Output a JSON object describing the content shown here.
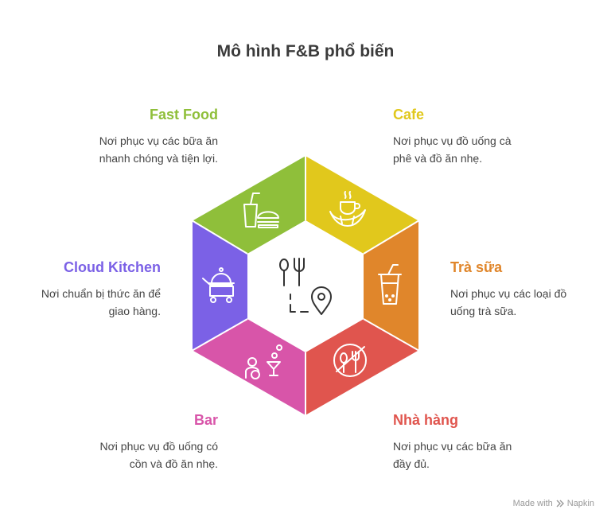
{
  "title": "Mô hình F&B phổ biến",
  "colors": {
    "fast_food": "#8fbf3a",
    "cafe": "#e1c81c",
    "tra_sua": "#e0862b",
    "nha_hang": "#e0554e",
    "bar": "#d855a9",
    "cloud_kitchen": "#7b61e6"
  },
  "models": {
    "fast_food": {
      "title": "Fast Food",
      "desc": "Nơi phục vụ các bữa ăn nhanh chóng và tiện lợi.",
      "icon": "fast-food-icon"
    },
    "cafe": {
      "title": "Cafe",
      "desc": "Nơi phục vụ đồ uống cà phê và đồ ăn nhẹ.",
      "icon": "coffee-croissant-icon"
    },
    "tra_sua": {
      "title": "Trà sữa",
      "desc": "Nơi phục vụ các loại đồ uống trà sữa.",
      "icon": "bubble-tea-icon"
    },
    "nha_hang": {
      "title": "Nhà hàng",
      "desc": "Nơi phục vụ các bữa ăn đầy đủ.",
      "icon": "restaurant-plate-icon"
    },
    "bar": {
      "title": "Bar",
      "desc": "Nơi phục vụ đồ uống có cồn và đồ ăn nhẹ.",
      "icon": "cocktail-icon"
    },
    "cloud_kitchen": {
      "title": "Cloud Kitchen",
      "desc": "Nơi chuẩn bị thức ăn để giao hàng.",
      "icon": "delivery-cart-icon"
    }
  },
  "center_icon": "fork-spoon-location-icon",
  "credit": {
    "text": "Made with",
    "brand": "Napkin"
  }
}
